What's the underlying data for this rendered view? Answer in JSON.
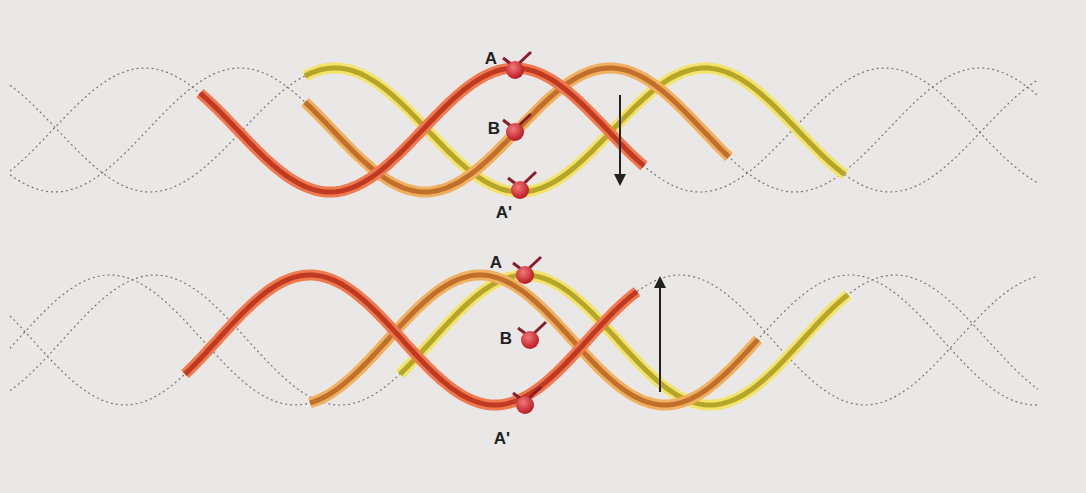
{
  "diagram": {
    "labels": [
      "A",
      "B",
      "A'",
      "A",
      "B",
      "A'"
    ]
  }
}
